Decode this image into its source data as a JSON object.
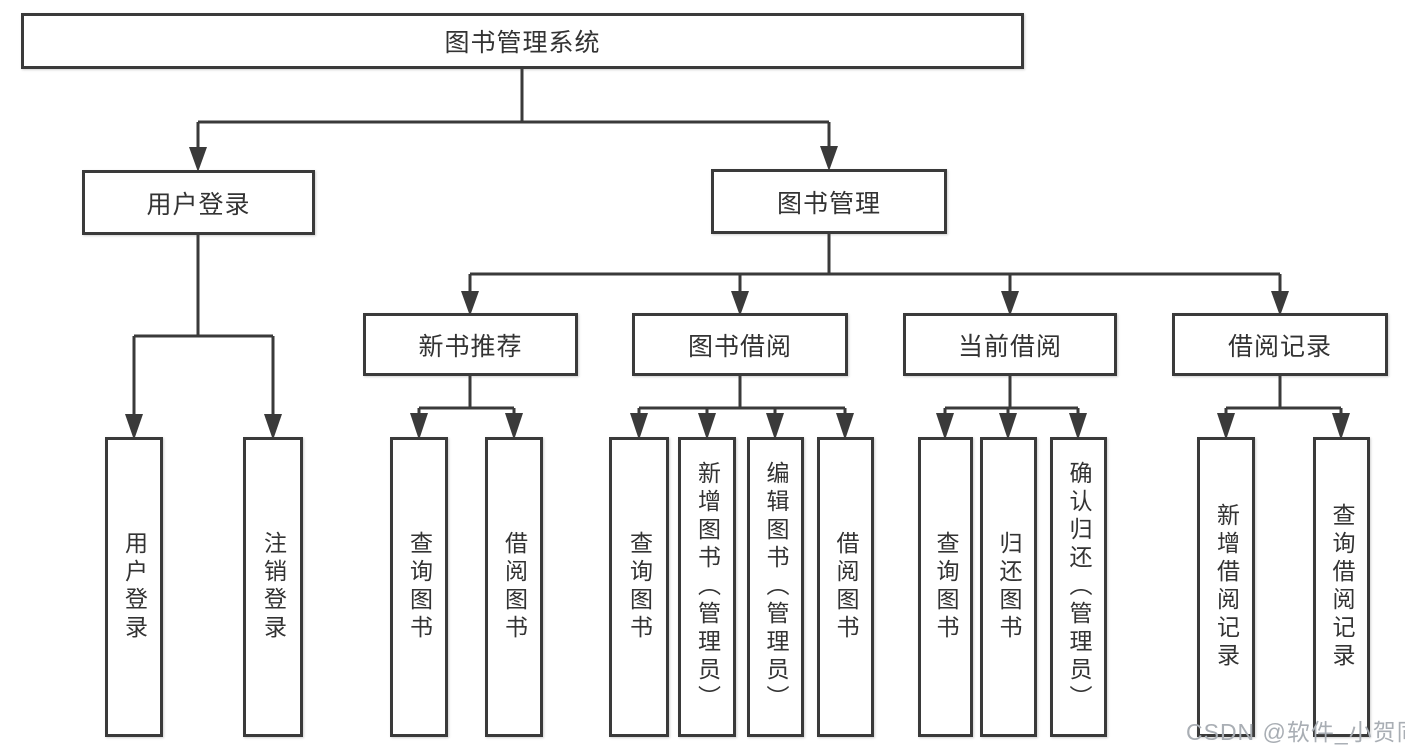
{
  "tree": {
    "label": "图书管理系统",
    "children": [
      {
        "label": "用户登录",
        "children": [
          {
            "label": "用户登录"
          },
          {
            "label": "注销登录"
          }
        ]
      },
      {
        "label": "图书管理",
        "children": [
          {
            "label": "新书推荐",
            "children": [
              {
                "label": "查询图书"
              },
              {
                "label": "借阅图书"
              }
            ]
          },
          {
            "label": "图书借阅",
            "children": [
              {
                "label": "查询图书"
              },
              {
                "label": "新增图书（管理员）"
              },
              {
                "label": "编辑图书（管理员）"
              },
              {
                "label": "借阅图书"
              }
            ]
          },
          {
            "label": "当前借阅",
            "children": [
              {
                "label": "查询图书"
              },
              {
                "label": "归还图书"
              },
              {
                "label": "确认归还（管理员）"
              }
            ]
          },
          {
            "label": "借阅记录",
            "children": [
              {
                "label": "新增借阅记录"
              },
              {
                "label": "查询借阅记录"
              }
            ]
          }
        ]
      }
    ]
  },
  "watermark": {
    "text": "CSDN @软件_小贺同学"
  },
  "colors": {
    "line": "#3a3a3a",
    "border": "#3a3a3a",
    "text": "#333333",
    "background": "#ffffff",
    "watermark": "#a9aeb4"
  }
}
